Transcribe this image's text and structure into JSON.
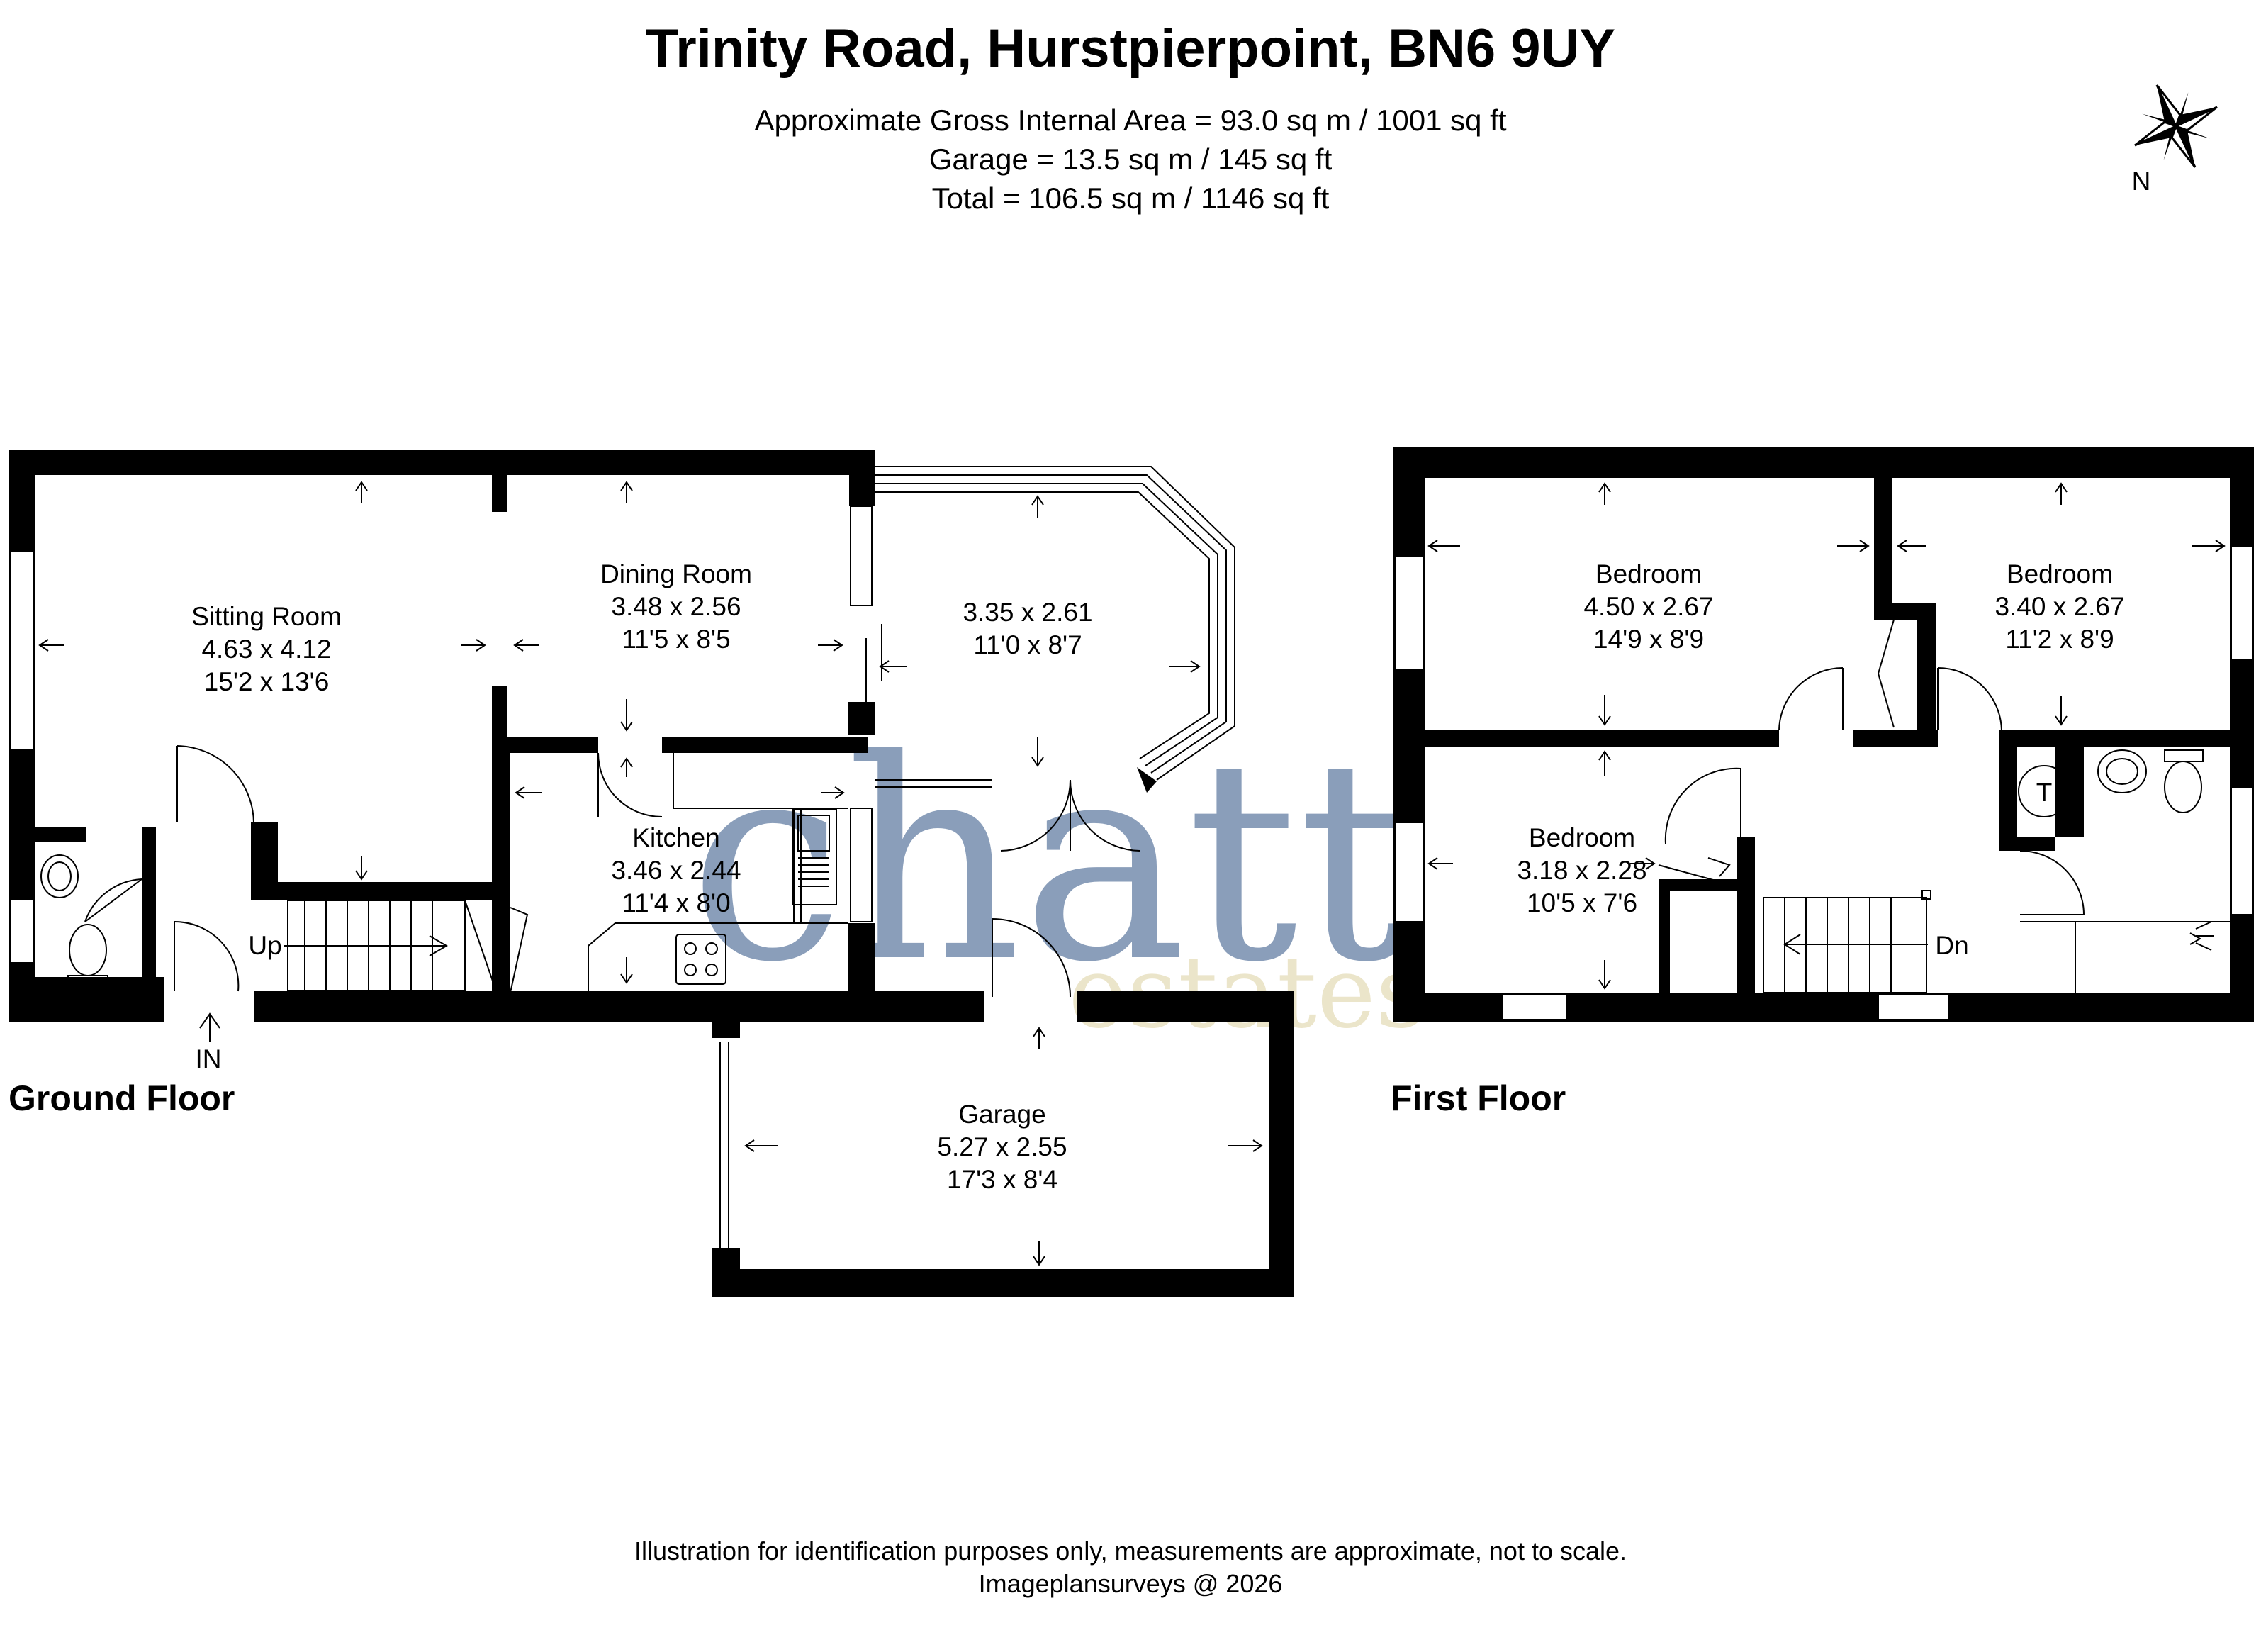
{
  "header": {
    "title": "Trinity Road, Hurstpierpoint, BN6 9UY",
    "area_lines": [
      "Approximate Gross Internal Area = 93.0 sq m / 1001 sq ft",
      "Garage = 13.5 sq m / 145 sq ft",
      "Total = 106.5 sq m / 1146 sq ft"
    ]
  },
  "compass": {
    "label": "N",
    "icon": "compass-star-icon"
  },
  "ground_floor": {
    "label": "Ground Floor",
    "entrance_label": "IN",
    "stairs_label": "Up",
    "rooms": [
      {
        "id": "sitting-room",
        "name": "Sitting Room",
        "metric": "4.63 x 4.12",
        "imperial": "15'2 x 13'6"
      },
      {
        "id": "dining-room",
        "name": "Dining Room",
        "metric": "3.48 x 2.56",
        "imperial": "11'5 x 8'5"
      },
      {
        "id": "conservatory",
        "name": "",
        "metric": "3.35 x 2.61",
        "imperial": "11'0 x 8'7"
      },
      {
        "id": "kitchen",
        "name": "Kitchen",
        "metric": "3.46 x 2.44",
        "imperial": "11'4 x 8'0"
      },
      {
        "id": "garage",
        "name": "Garage",
        "metric": "5.27 x 2.55",
        "imperial": "17'3 x 8'4"
      }
    ]
  },
  "first_floor": {
    "label": "First Floor",
    "stairs_label": "Dn",
    "cupboard_label": "T",
    "rooms": [
      {
        "id": "bedroom-1",
        "name": "Bedroom",
        "metric": "4.50 x 2.67",
        "imperial": "14'9 x 8'9"
      },
      {
        "id": "bedroom-2",
        "name": "Bedroom",
        "metric": "3.40 x 2.67",
        "imperial": "11'2 x 8'9"
      },
      {
        "id": "bedroom-3",
        "name": "Bedroom",
        "metric": "3.18 x 2.28",
        "imperial": "10'5 x 7'6"
      }
    ]
  },
  "watermark": {
    "brand": "chatt",
    "sub": "estates",
    "color": "#7d93b2",
    "sub_color": "#e9e2c4"
  },
  "footer": {
    "disclaimer": "Illustration for identification purposes only, measurements are approximate, not to scale.",
    "credit": "Imageplansurveys @ 2026"
  }
}
